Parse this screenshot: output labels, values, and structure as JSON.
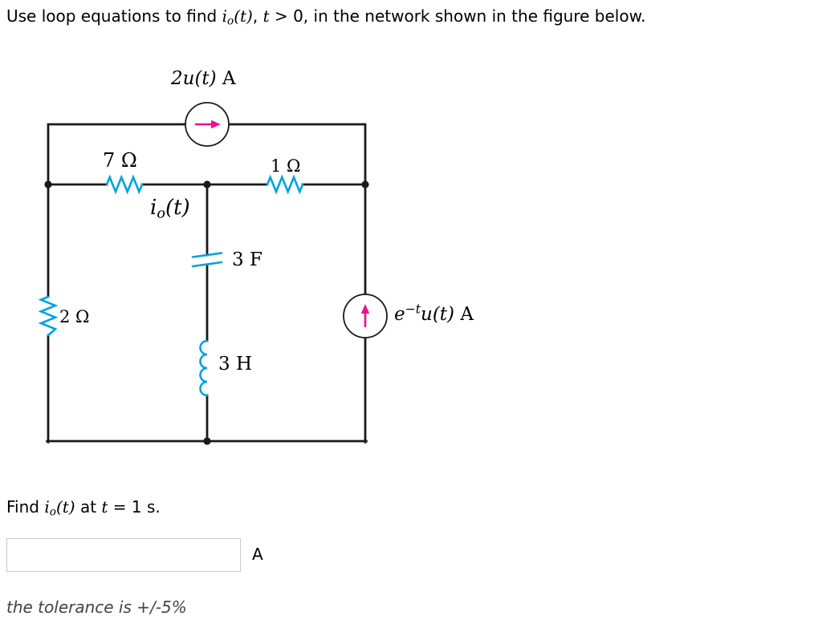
{
  "question": {
    "part1": "Use loop equations to find ",
    "math1_base": "i",
    "math1_sub": "o",
    "math1_args": "(t)",
    "part2": ", ",
    "math2": "t",
    "part3": " > 0, in the network shown in the figure below."
  },
  "circuit": {
    "labels": {
      "top_source": {
        "value": "2u(t)",
        "unit": " A"
      },
      "resistor_top_left": "7 Ω",
      "resistor_top_right": "1 Ω",
      "branch_current": {
        "base": "i",
        "sub": "o",
        "args": "(t)"
      },
      "capacitor": "3 F",
      "resistor_left": "2 Ω",
      "inductor": "3 H",
      "right_source": {
        "base": "e",
        "sup": "−t",
        "rest": "u(t)",
        "unit": " A"
      }
    },
    "colors": {
      "wire": "#1a1a1a",
      "component": "#00a3dd",
      "arrow": "#ef0f90"
    }
  },
  "find_line": {
    "part1": "Find ",
    "math1_base": "i",
    "math1_sub": "o",
    "math1_args": "(t)",
    "part2": " at ",
    "math2": "t",
    "part3": " = 1 s."
  },
  "answer": {
    "value": "",
    "unit": "A"
  },
  "footer": {
    "tolerance": "the tolerance is +/-5%"
  }
}
